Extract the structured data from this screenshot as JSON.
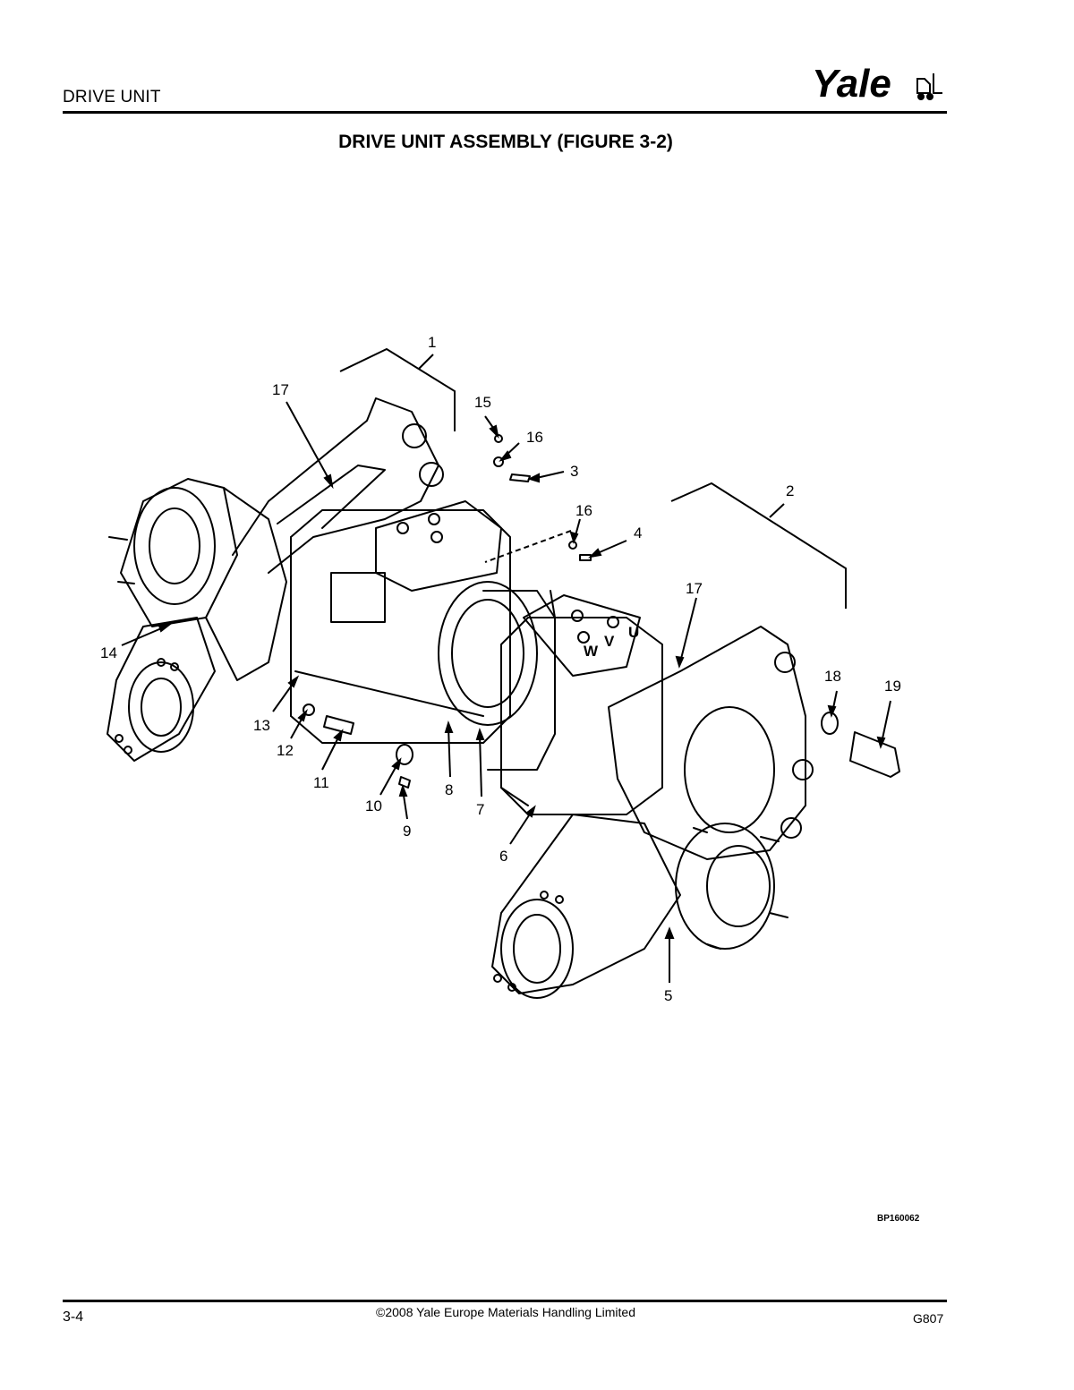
{
  "header": {
    "section_title": "DRIVE UNIT",
    "brand": "Yale"
  },
  "page_title": "DRIVE UNIT ASSEMBLY (FIGURE 3-2)",
  "figure": {
    "callouts": [
      "1",
      "2",
      "3",
      "4",
      "5",
      "6",
      "7",
      "8",
      "9",
      "10",
      "11",
      "12",
      "13",
      "14",
      "15",
      "16",
      "16",
      "17",
      "17",
      "18",
      "19"
    ],
    "motor_terminals": [
      "U",
      "V",
      "W"
    ],
    "figure_id": "BP160062"
  },
  "footer": {
    "page_number": "3-4",
    "copyright": "©2008 Yale Europe Materials Handling Limited",
    "doc_code": "G807"
  }
}
